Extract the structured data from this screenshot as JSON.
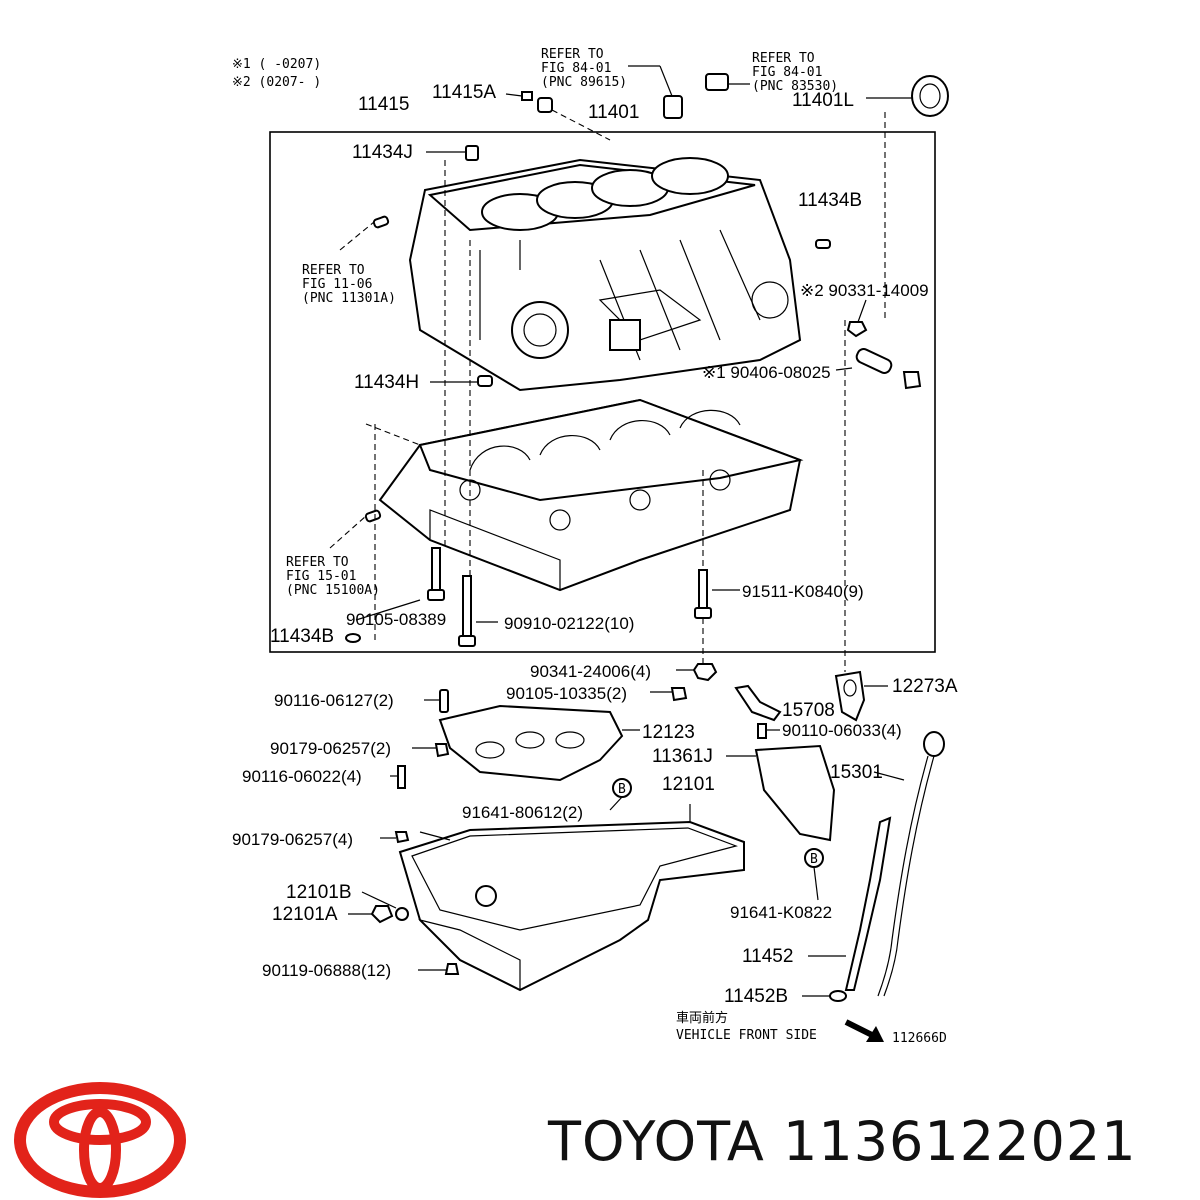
{
  "footer": {
    "brand": "TOYOTA",
    "part_number": "1136122021",
    "logo_color": "#e2231a"
  },
  "notes": {
    "note1": "※1 (      -0207)",
    "note2": "※2 (0207-      )"
  },
  "refs": {
    "ref_84_01_a": [
      "REFER TO",
      "FIG 84-01",
      "(PNC 89615)"
    ],
    "ref_84_01_b": [
      "REFER TO",
      "FIG 84-01",
      "(PNC 83530)"
    ],
    "ref_11_06": [
      "REFER TO",
      "FIG 11-06",
      "(PNC 11301A)"
    ],
    "ref_15_01": [
      "REFER TO",
      "FIG 15-01",
      "(PNC 15100A)"
    ]
  },
  "labels": {
    "p11415": "11415",
    "p11415A": "11415A",
    "p11401": "11401",
    "p11401L": "11401L",
    "p11434J": "11434J",
    "p11434B_top": "11434B",
    "p90331": "※2 90331-14009",
    "p90406": "※1 90406-08025",
    "p11434H": "11434H",
    "p91511": "91511-K0840(9)",
    "p90105_08389": "90105-08389",
    "p90910": "90910-02122(10)",
    "p11434B_low": "11434B",
    "p90341": "90341-24006(4)",
    "p90105_10335": "90105-10335(2)",
    "p12273A": "12273A",
    "p90116_06127": "90116-06127(2)",
    "p15708": "15708",
    "p90110": "90110-06033(4)",
    "p12123": "12123",
    "p90179_a": "90179-06257(2)",
    "p11361J": "11361J",
    "p15301": "15301",
    "p90116_06022": "90116-06022(4)",
    "p12101": "12101",
    "p91641_80612": "91641-80612(2)",
    "p90179_b": "90179-06257(4)",
    "p12101B": "12101B",
    "p12101A": "12101A",
    "p91641_K0822": "91641-K0822",
    "p11452": "11452",
    "p90119": "90119-06888(12)",
    "p11452B": "11452B",
    "front_jp": "車両前方",
    "front_en": "VEHICLE FRONT SIDE",
    "fig_id": "112666D",
    "marker_b1": "B",
    "marker_b2": "B"
  }
}
